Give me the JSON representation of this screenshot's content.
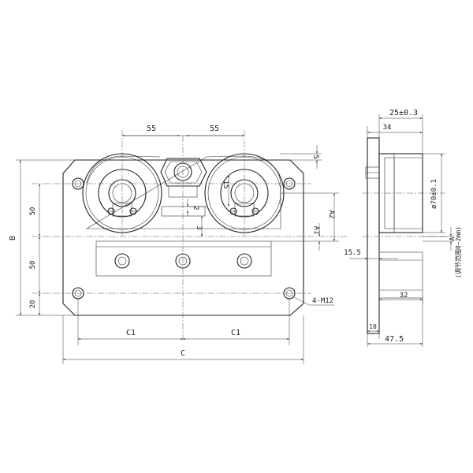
{
  "front_view": {
    "dim_55_left": "55",
    "dim_55_right": "55",
    "dim_5": "5",
    "dim_15": "15",
    "dim_2": "2",
    "dim_3": "3",
    "dim_a2": "A2",
    "dim_a1": "A1",
    "dim_b": "B",
    "dim_50_upper": "50",
    "dim_50_lower": "50",
    "dim_20": "20",
    "dim_c1_left": "C1",
    "dim_c1_right": "C1",
    "dim_c": "C",
    "callout_holes": "4-M12"
  },
  "side_view": {
    "dim_25": "25±0.3",
    "dim_34": "34",
    "dim_diameter": "ø70±0.1",
    "dim_a": "A",
    "adjust_note": "(调节范围0~2mm)",
    "dim_15_5": "15.5",
    "dim_32": "32",
    "dim_10": "10",
    "dim_47_5": "47.5"
  }
}
